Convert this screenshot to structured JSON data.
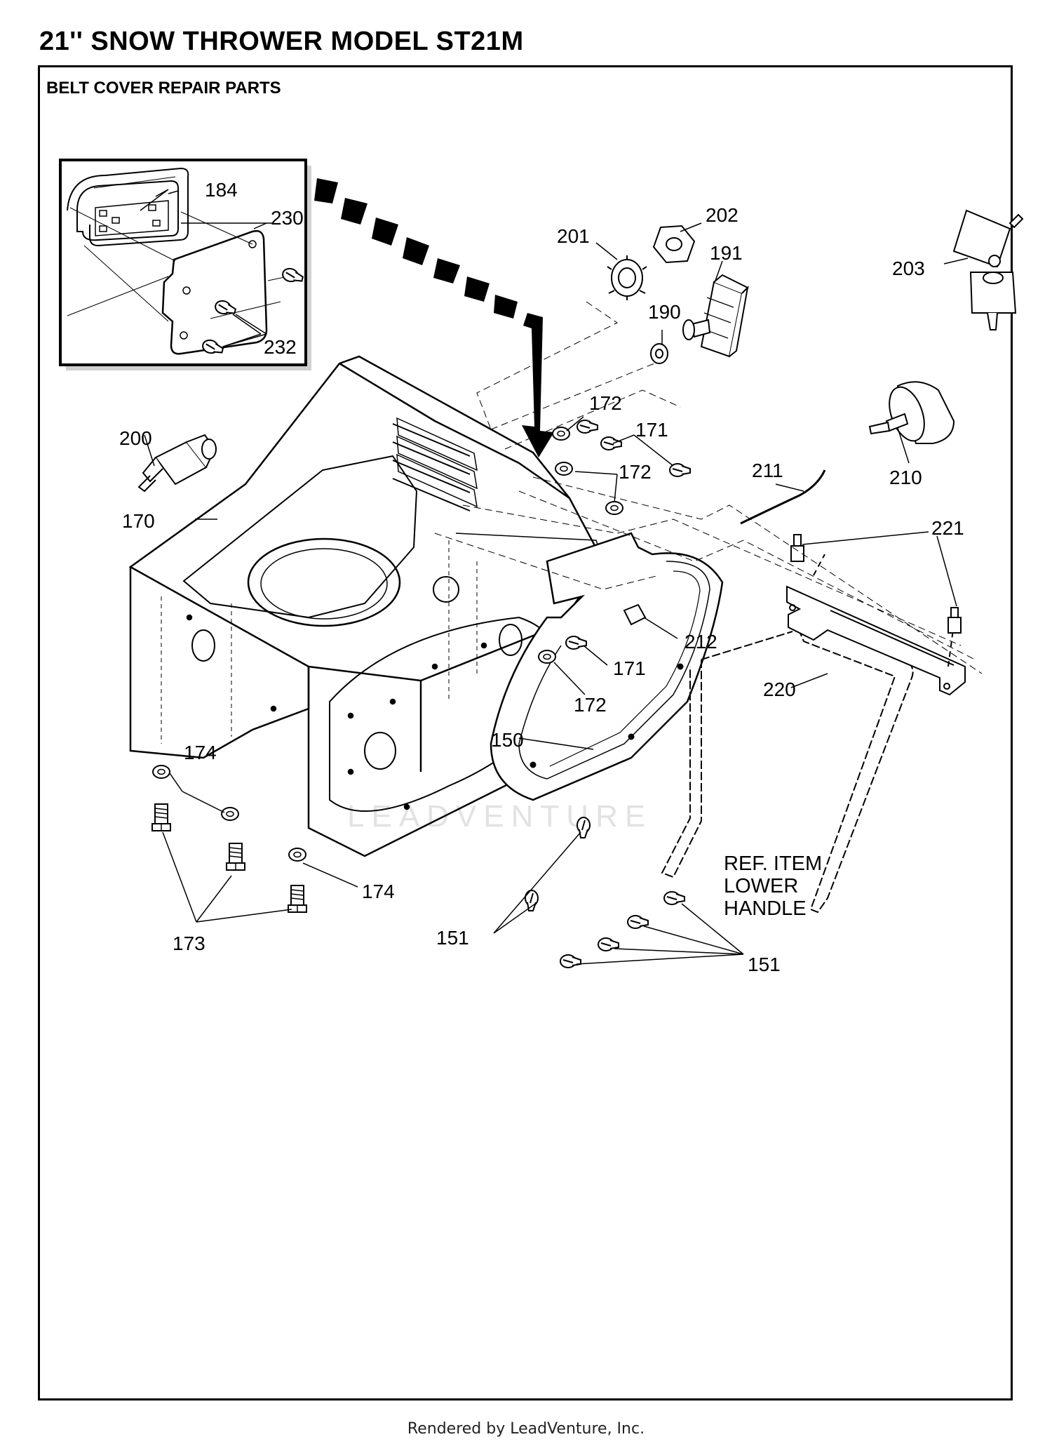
{
  "title": "21'' SNOW THROWER MODEL ST21M",
  "section_title": "BELT COVER REPAIR PARTS",
  "footer": "Rendered by LeadVenture, Inc.",
  "watermark": "LEADVENTURE",
  "part_labels": {
    "p184": "184",
    "p230": "230",
    "p232": "232",
    "p201": "201",
    "p202": "202",
    "p191": "191",
    "p190": "190",
    "p203": "203",
    "p200": "200",
    "p170": "170",
    "p172a": "172",
    "p171a": "171",
    "p172b": "172",
    "p211": "211",
    "p210": "210",
    "p221": "221",
    "p212": "212",
    "p171b": "171",
    "p172c": "172",
    "p220": "220",
    "p150": "150",
    "p174a": "174",
    "p174b": "174",
    "p173": "173",
    "p151a": "151",
    "p151b": "151"
  },
  "ref_note": [
    "REF. ITEM",
    "LOWER",
    "HANDLE"
  ]
}
